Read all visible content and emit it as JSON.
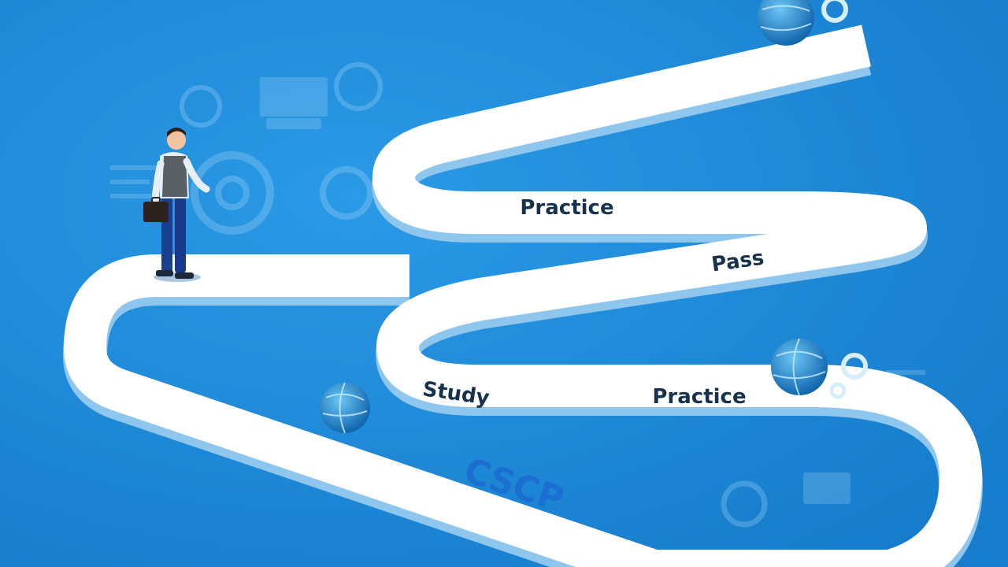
{
  "labels": {
    "practice_top": "Practice",
    "pass": "Pass",
    "study": "Study",
    "practice_bottom": "Practice",
    "brand": "CSCP"
  },
  "colors": {
    "background": "#1e8ad6",
    "path_top": "#ffffff",
    "path_edge": "#9fcff2",
    "text": "#17324d",
    "brand": "#1a6fd0"
  },
  "icons": [
    "gear-icon",
    "globe-icon",
    "monitor-icon",
    "person-icon",
    "briefcase-icon"
  ]
}
